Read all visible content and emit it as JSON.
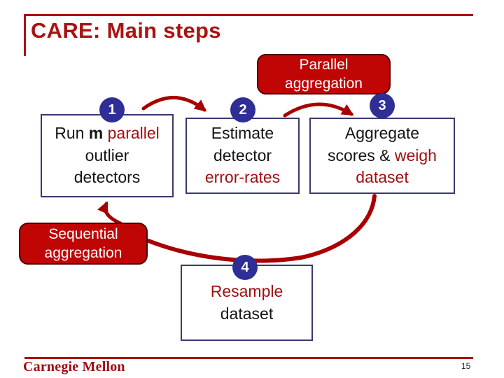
{
  "colors": {
    "title_red": "#aa1212",
    "box_red": "#c00505",
    "box_red_border": "#4a0000",
    "navy_border": "#39396f",
    "badge_blue": "#2e2e96",
    "arrow_red": "#a80000",
    "text_red": "#a01010",
    "logo_red": "#9e0b0f"
  },
  "header": {
    "title": "CARE: Main steps"
  },
  "labels": {
    "parallel_aggregation": "Parallel aggregation",
    "sequential_aggregation": "Sequential aggregation"
  },
  "steps": {
    "s1": {
      "number": "1",
      "run": "Run ",
      "m": "m",
      "parallel": " parallel",
      "line2": "outlier",
      "line3": "detectors"
    },
    "s2": {
      "number": "2",
      "line1": "Estimate",
      "line2": "detector",
      "line3": "error-rates"
    },
    "s3": {
      "number": "3",
      "line1": "Aggregate",
      "scores": "scores & ",
      "weigh": "weigh",
      "line3": "dataset"
    },
    "s4": {
      "number": "4",
      "line1": "Resample",
      "line2": "dataset"
    }
  },
  "footer": {
    "logo": "Carnegie Mellon",
    "page_number": "15"
  }
}
